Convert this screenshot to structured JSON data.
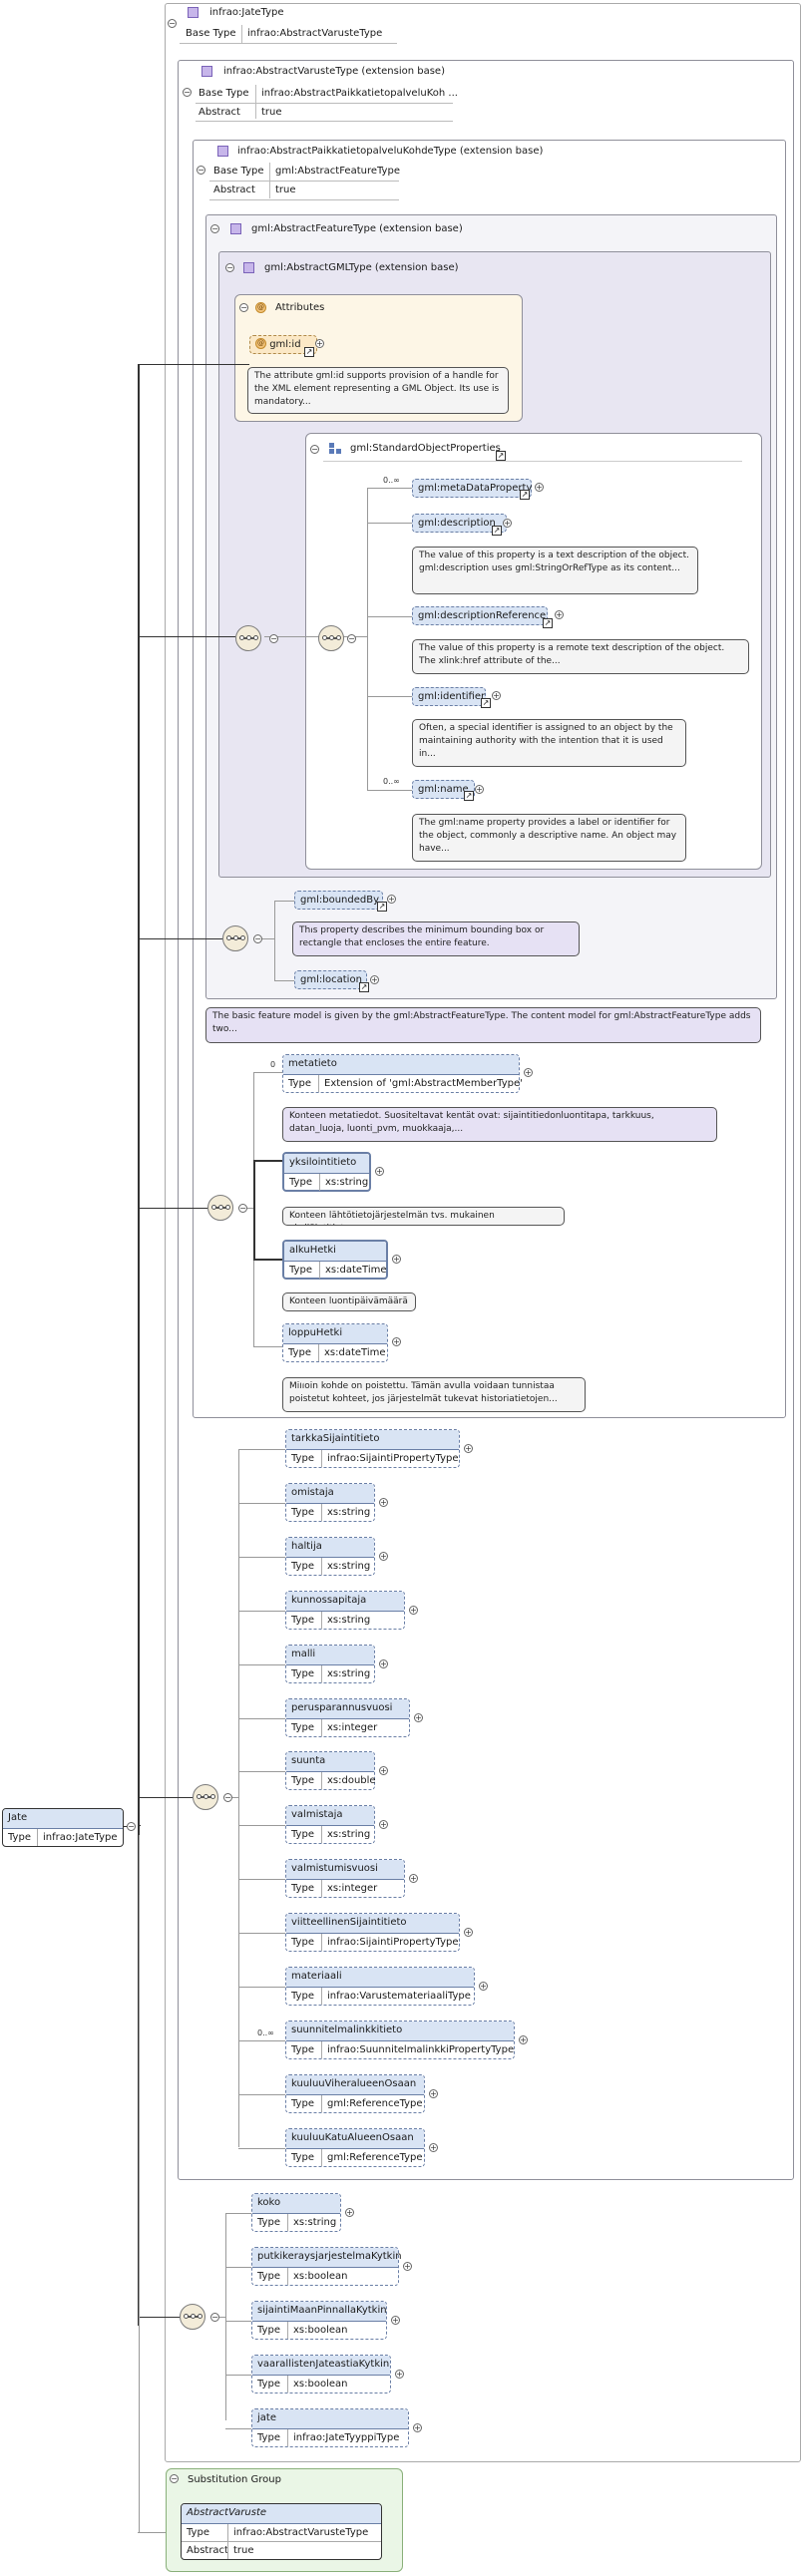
{
  "root": {
    "title": "infrao:JateType",
    "base_type_key": "Base Type",
    "base_type_value": "infrao:AbstractVarusteType"
  },
  "varuste": {
    "title": "infrao:AbstractVarusteType (extension base)",
    "base_type_key": "Base Type",
    "base_type_value": "infrao:AbstractPaikkatietopalveluKoh ...",
    "abstract_key": "Abstract",
    "abstract_value": "true"
  },
  "paikka": {
    "title": "infrao:AbstractPaikkatietopalveluKohdeType (extension base)",
    "base_type_key": "Base Type",
    "base_type_value": "gml:AbstractFeatureType",
    "abstract_key": "Abstract",
    "abstract_value": "true"
  },
  "feature": {
    "title": "gml:AbstractFeatureType (extension base)",
    "doc": "The basic feature model is given by the gml:AbstractFeatureType. The content model for gml:AbstractFeatureType adds two..."
  },
  "gmltype": {
    "title": "gml:AbstractGMLType (extension base)"
  },
  "attributes": {
    "title": "Attributes",
    "id_label": "gml:id",
    "id_doc": "The attribute gml:id supports provision of a handle for the XML element representing a GML Object. Its use is mandatory..."
  },
  "std": {
    "title": "gml:StandardObjectProperties",
    "items": [
      {
        "label": "gml:metaDataProperty",
        "card": "0..∞",
        "doc": ""
      },
      {
        "label": "gml:description",
        "card": "",
        "doc": "The value of this property is a text description of the object. gml:description uses gml:StringOrRefType as its content..."
      },
      {
        "label": "gml:descriptionReference",
        "card": "",
        "doc": "The value of this property is a remote text description of the object. The xlink:href attribute of the..."
      },
      {
        "label": "gml:identifier",
        "card": "",
        "doc": "Often, a special identifier is assigned to an object by the maintaining authority with the intention that it is used in..."
      },
      {
        "label": "gml:name",
        "card": "0..∞",
        "doc": "The gml:name property provides a label or identifier for the object, commonly a descriptive name. An object may have..."
      }
    ]
  },
  "bounded": {
    "label": "gml:boundedBy",
    "doc": "This property describes the minimum bounding box or rectangle that encloses the entire feature.",
    "location": "gml:location"
  },
  "paikka_seq": {
    "type_key": "Type",
    "items": [
      {
        "name": "metatieto",
        "card": "0",
        "type": "Extension of 'gml:AbstractMemberType'",
        "doc": "Kohteen metatiedot. Suositeltavat kentät ovat: sijaintitiedonluontitapa, tarkkuus, datan_luoja, luonti_pvm, muokkaaja,..."
      },
      {
        "name": "yksilointitieto",
        "card": "",
        "type": "xs:string",
        "doc": "Kohteen lähtötietojärjestelmän tvs. mukainen yksilöintitieto"
      },
      {
        "name": "alkuHetki",
        "card": "",
        "type": "xs:dateTime",
        "doc": "Kohteen luontipäivämäärä"
      },
      {
        "name": "loppuHetki",
        "card": "",
        "type": "xs:dateTime",
        "doc": "Milloin kohde on poistettu. Tämän avulla voidaan tunnistaa poistetut kohteet, jos järjestelmät tukevat historiatietojen..."
      }
    ]
  },
  "varuste_seq": {
    "type_key": "Type",
    "items": [
      {
        "name": "tarkkaSijaintitieto",
        "card": "",
        "type": "infrao:SijaintiPropertyType"
      },
      {
        "name": "omistaja",
        "card": "",
        "type": "xs:string"
      },
      {
        "name": "haltija",
        "card": "",
        "type": "xs:string"
      },
      {
        "name": "kunnossapitaja",
        "card": "",
        "type": "xs:string"
      },
      {
        "name": "malli",
        "card": "",
        "type": "xs:string"
      },
      {
        "name": "perusparannusvuosi",
        "card": "",
        "type": "xs:integer"
      },
      {
        "name": "suunta",
        "card": "",
        "type": "xs:double"
      },
      {
        "name": "valmistaja",
        "card": "",
        "type": "xs:string"
      },
      {
        "name": "valmistumisvuosi",
        "card": "",
        "type": "xs:integer"
      },
      {
        "name": "viitteellinenSijaintitieto",
        "card": "",
        "type": "infrao:SijaintiPropertyType"
      },
      {
        "name": "materiaali",
        "card": "",
        "type": "infrao:VarustemateriaaliType"
      },
      {
        "name": "suunnitelmalinkkitieto",
        "card": "0..∞",
        "type": "infrao:SuunnitelmalinkkiPropertyType"
      },
      {
        "name": "kuuluuViheralueenOsaan",
        "card": "",
        "type": "gml:ReferenceType"
      },
      {
        "name": "kuuluuKatuAlueenOsaan",
        "card": "",
        "type": "gml:ReferenceType"
      }
    ]
  },
  "jate_seq": {
    "type_key": "Type",
    "items": [
      {
        "name": "koko",
        "type": "xs:string"
      },
      {
        "name": "putkikeraysjarjestelmaKytkin",
        "type": "xs:boolean"
      },
      {
        "name": "sijaintiMaanPinnallaKytkin",
        "type": "xs:boolean"
      },
      {
        "name": "vaarallistenJateastiaKytkin",
        "type": "xs:boolean"
      },
      {
        "name": "jate",
        "type": "infrao:JateTyyppiType"
      }
    ]
  },
  "element": {
    "name": "Jate",
    "type_key": "Type",
    "type_value": "infrao:JateType"
  },
  "subst": {
    "title": "Substitution Group",
    "name": "AbstractVaruste",
    "type_key": "Type",
    "type_value": "infrao:AbstractVarusteType",
    "abstract_key": "Abstract",
    "abstract_value": "true"
  }
}
